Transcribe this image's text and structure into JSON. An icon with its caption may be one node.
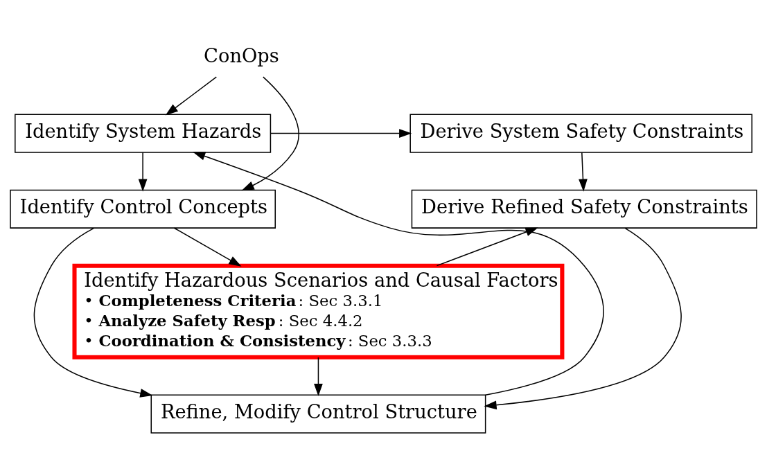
{
  "diagram": {
    "nodes": [
      {
        "text": [
          "ConOps"
        ]
      },
      {
        "text": [
          "Identify System Hazards"
        ]
      },
      {
        "text": [
          "Derive System Safety Constraints"
        ]
      },
      {
        "text": [
          "Identify Control Concepts"
        ]
      },
      {
        "text": [
          "Derive Refined Safety Constraints"
        ]
      },
      {
        "text": [
          "Identify Hazardous Scenarios and Causal Factors",
          "• **Completeness Criteria**: Sec 3.3.1",
          "• **Analyze Safety Resp**: Sec 4.4.2",
          "• **Coordination & Consistency**: Sec 3.3.3"
        ]
      },
      {
        "text": [
          "Refine, Modify Control Structure"
        ]
      }
    ],
    "edges": [
      {
        "from": 0,
        "to": 1,
        "arrow": "to"
      },
      {
        "from": 0,
        "to": 3,
        "arrow": "to"
      },
      {
        "from": 1,
        "to": 3,
        "arrow": "to"
      },
      {
        "from": 1,
        "to": 2,
        "arrow": "to"
      },
      {
        "from": 2,
        "to": 4,
        "arrow": "to"
      },
      {
        "from": 3,
        "to": 5,
        "arrow": "to"
      },
      {
        "from": 5,
        "to": 4,
        "arrow": "to"
      },
      {
        "from": 4,
        "to": 6,
        "arrow": "to"
      },
      {
        "from": 5,
        "to": 6,
        "arrow": "to"
      },
      {
        "from": 3,
        "to": 6,
        "arrow": "to"
      },
      {
        "from": 6,
        "to": 1,
        "arrow": "to"
      }
    ]
  }
}
